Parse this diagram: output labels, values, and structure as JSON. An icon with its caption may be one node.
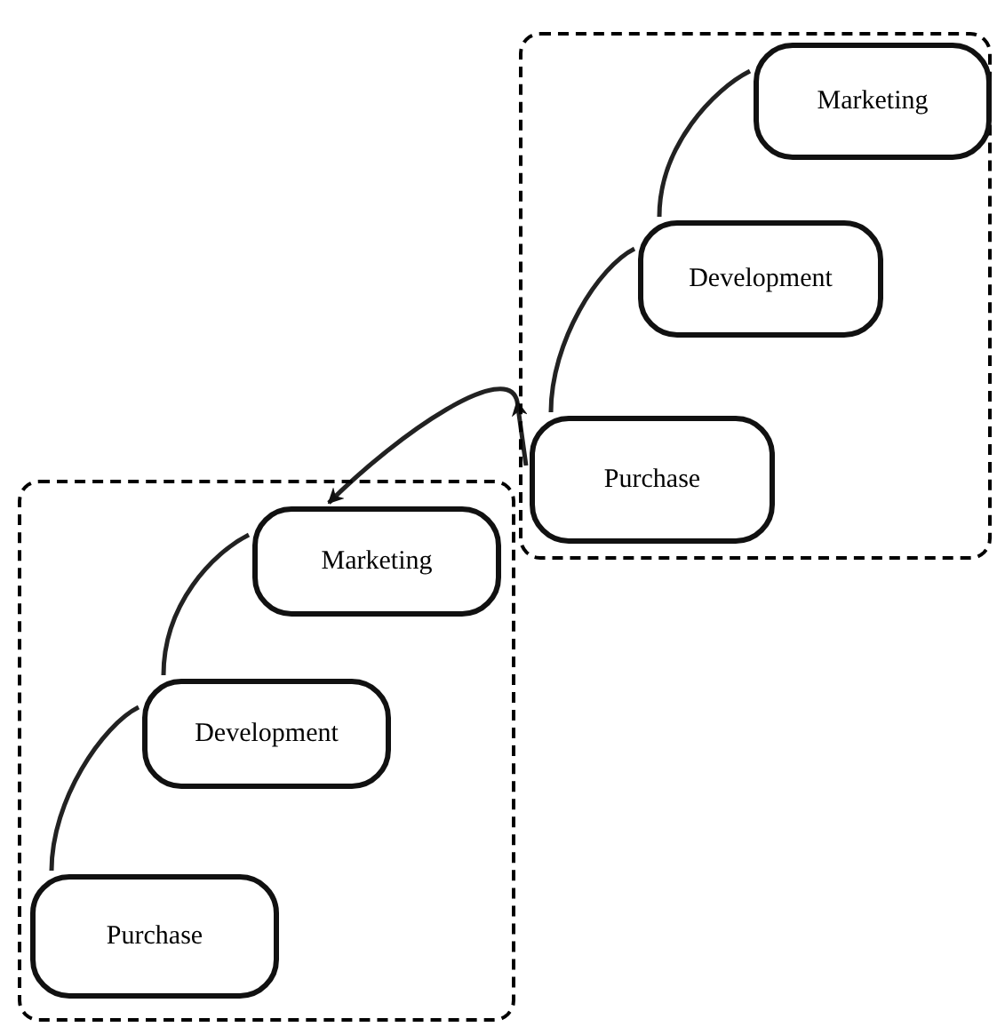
{
  "diagram": {
    "nodes": [
      {
        "text": [],
        "shape": "box"
      },
      {
        "text": [
          "Marketing"
        ],
        "in": 0
      },
      {
        "text": [
          "Development"
        ],
        "in": 0
      },
      {
        "text": [
          "Purchase"
        ],
        "in": 0
      },
      {
        "text": [],
        "shape": "box"
      },
      {
        "text": [
          "Marketing"
        ],
        "in": 4
      },
      {
        "text": [
          "Development"
        ],
        "in": 4
      },
      {
        "text": [
          "Purchase"
        ],
        "in": 4
      }
    ],
    "edges": [
      {
        "from": 3,
        "to": 2,
        "arrow": "none"
      },
      {
        "from": 2,
        "to": 1,
        "arrow": "none"
      },
      {
        "from": 7,
        "to": 6,
        "arrow": "none"
      },
      {
        "from": 6,
        "to": 5,
        "arrow": "none"
      },
      {
        "from": 3,
        "to": 5,
        "arrow": "to"
      }
    ]
  }
}
